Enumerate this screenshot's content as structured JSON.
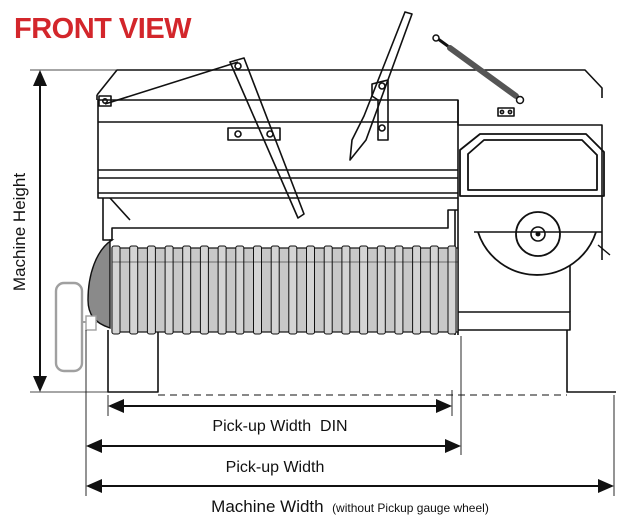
{
  "title": "FRONT VIEW",
  "labels": {
    "machine_height": "Machine Height",
    "pickup_width_din": "Pick-up Width  DIN",
    "pickup_width": "Pick-up Width",
    "machine_width": "Machine Width",
    "machine_width_note": "(without Pickup gauge wheel)"
  },
  "colors": {
    "title": "#d3262b",
    "line": "#111111",
    "pickup_fill": "#c8c8c8",
    "shadow_fill": "#8a8a8a"
  }
}
